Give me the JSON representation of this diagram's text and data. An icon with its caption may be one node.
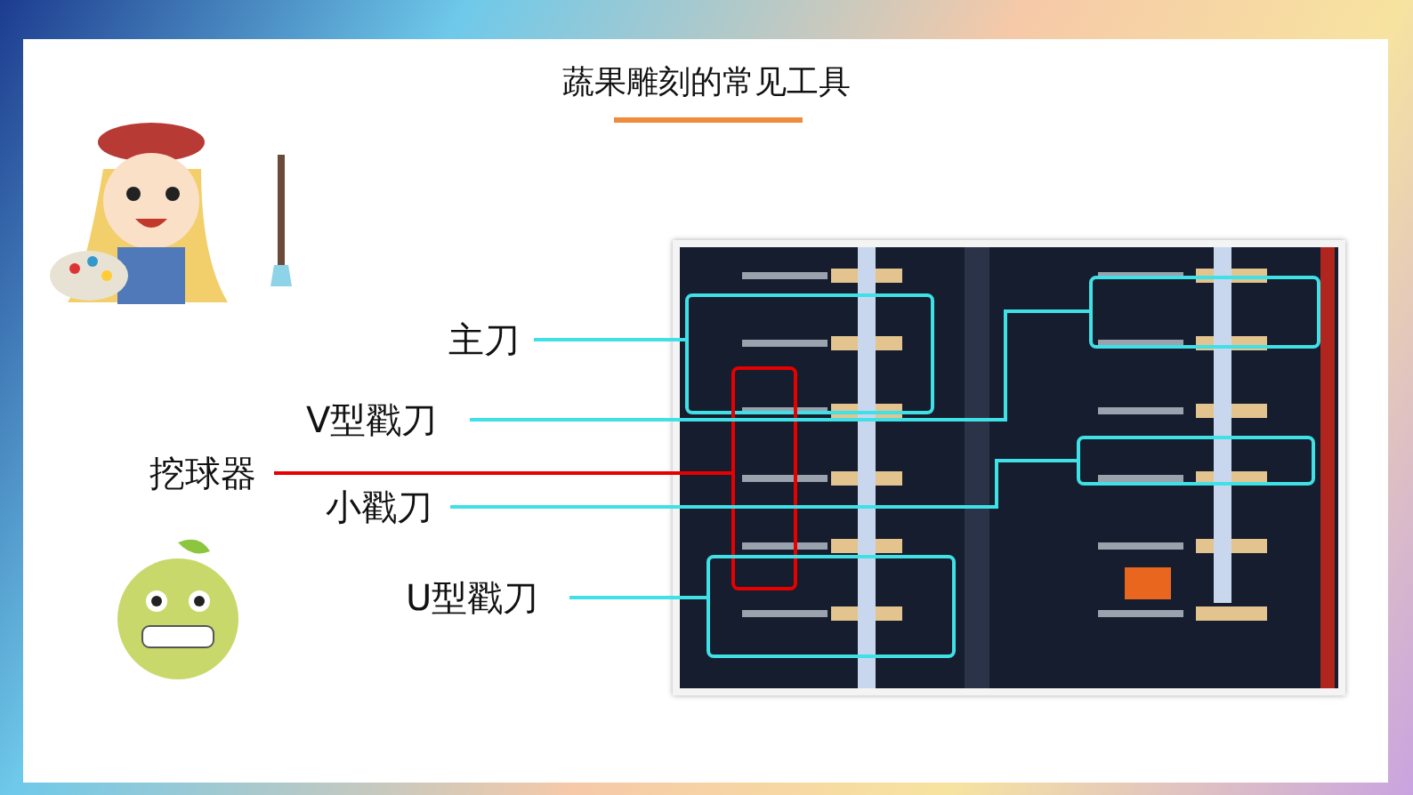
{
  "diagram": {
    "title": "蔬果雕刻的常见工具",
    "nodes": [
      {
        "text": [],
        "shape": "picture"
      },
      {
        "text": [
          "主刀"
        ]
      },
      {
        "text": [],
        "shape": "box",
        "in": 0
      },
      {
        "text": [
          "V型戳刀"
        ]
      },
      {
        "text": [],
        "shape": "box",
        "in": 0
      },
      {
        "text": [
          "挖球器"
        ]
      },
      {
        "text": [],
        "shape": "box",
        "in": 0
      },
      {
        "text": [
          "小戳刀"
        ]
      },
      {
        "text": [],
        "shape": "box",
        "in": 0
      },
      {
        "text": [
          "U型戳刀"
        ]
      },
      {
        "text": [],
        "shape": "box",
        "in": 0
      }
    ],
    "edges": [
      {
        "from": 1,
        "to": 2,
        "arrow": "none"
      },
      {
        "from": 3,
        "to": 4,
        "arrow": "none"
      },
      {
        "from": 5,
        "to": 6,
        "arrow": "none",
        "color": "#e60000"
      },
      {
        "from": 7,
        "to": 8,
        "arrow": "none"
      },
      {
        "from": 9,
        "to": 10,
        "arrow": "none"
      }
    ]
  }
}
